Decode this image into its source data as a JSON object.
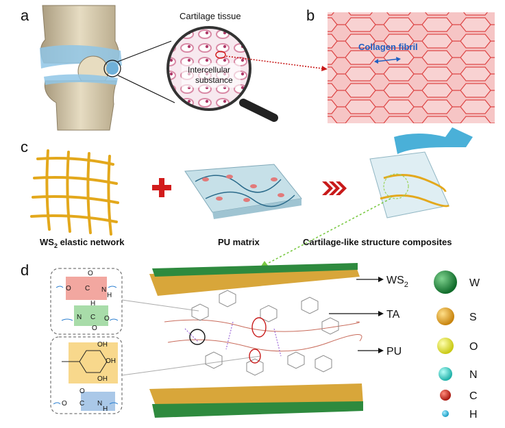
{
  "panels": {
    "a": {
      "letter": "a",
      "magnifier_title": "Cartilage tissue",
      "magnifier_label_line1": "Intercellular",
      "magnifier_label_line2": "substance"
    },
    "b": {
      "letter": "b",
      "fibril_label": "Collagen fibril"
    },
    "c": {
      "letter": "c",
      "ws2_label_main": "WS",
      "ws2_label_sub": "2",
      "ws2_label_rest": " elastic network",
      "pu_label": "PU matrix",
      "composite_label": "Cartilage-like structure composites"
    },
    "d": {
      "letter": "d",
      "layer_ws2_main": "WS",
      "layer_ws2_sub": "2",
      "layer_ta": "TA",
      "layer_pu": "PU",
      "chem": {
        "o_top1": "O",
        "o_top2": "O",
        "c_top": "C",
        "n_top": "N",
        "h_top": "H",
        "h_mid": "H",
        "n_mid": "N",
        "c_mid": "C",
        "o_mid1": "O",
        "o_mid2": "O",
        "oh1": "OH",
        "oh2": "OH",
        "oh3": "OH",
        "o_bot1": "O",
        "o_bot2": "O",
        "c_bot": "C",
        "n_bot": "N",
        "h_bot": "H"
      },
      "legend": [
        {
          "symbol": "W",
          "color": "#1f8a3a"
        },
        {
          "symbol": "S",
          "color": "#f0a81c"
        },
        {
          "symbol": "O",
          "color": "#e8e82a"
        },
        {
          "symbol": "N",
          "color": "#3fd6cf"
        },
        {
          "symbol": "C",
          "color": "#d72a1f"
        },
        {
          "symbol": "H",
          "color": "#35bfe0"
        }
      ]
    }
  },
  "colors": {
    "cartilage_blue": "#8fc6e6",
    "bone": "#d9cdb0",
    "stain_pink": "#d98aa6",
    "fibril_red": "#e24a4a",
    "fibril_bg": "#f6c2c2",
    "ws2_yellow": "#e3a81c",
    "plus_red": "#d21c1c",
    "arrow_red": "#c81a1a",
    "pu_gel": "#bcd8e2",
    "box_red": "#f2a7a0",
    "box_green": "#a8dca9",
    "box_yellow": "#f8d88c",
    "box_blue": "#aac8e8"
  },
  "icons": [
    "magnifier-icon",
    "plus-icon",
    "chevron-arrow-icon",
    "dotted-arrow-icon"
  ]
}
